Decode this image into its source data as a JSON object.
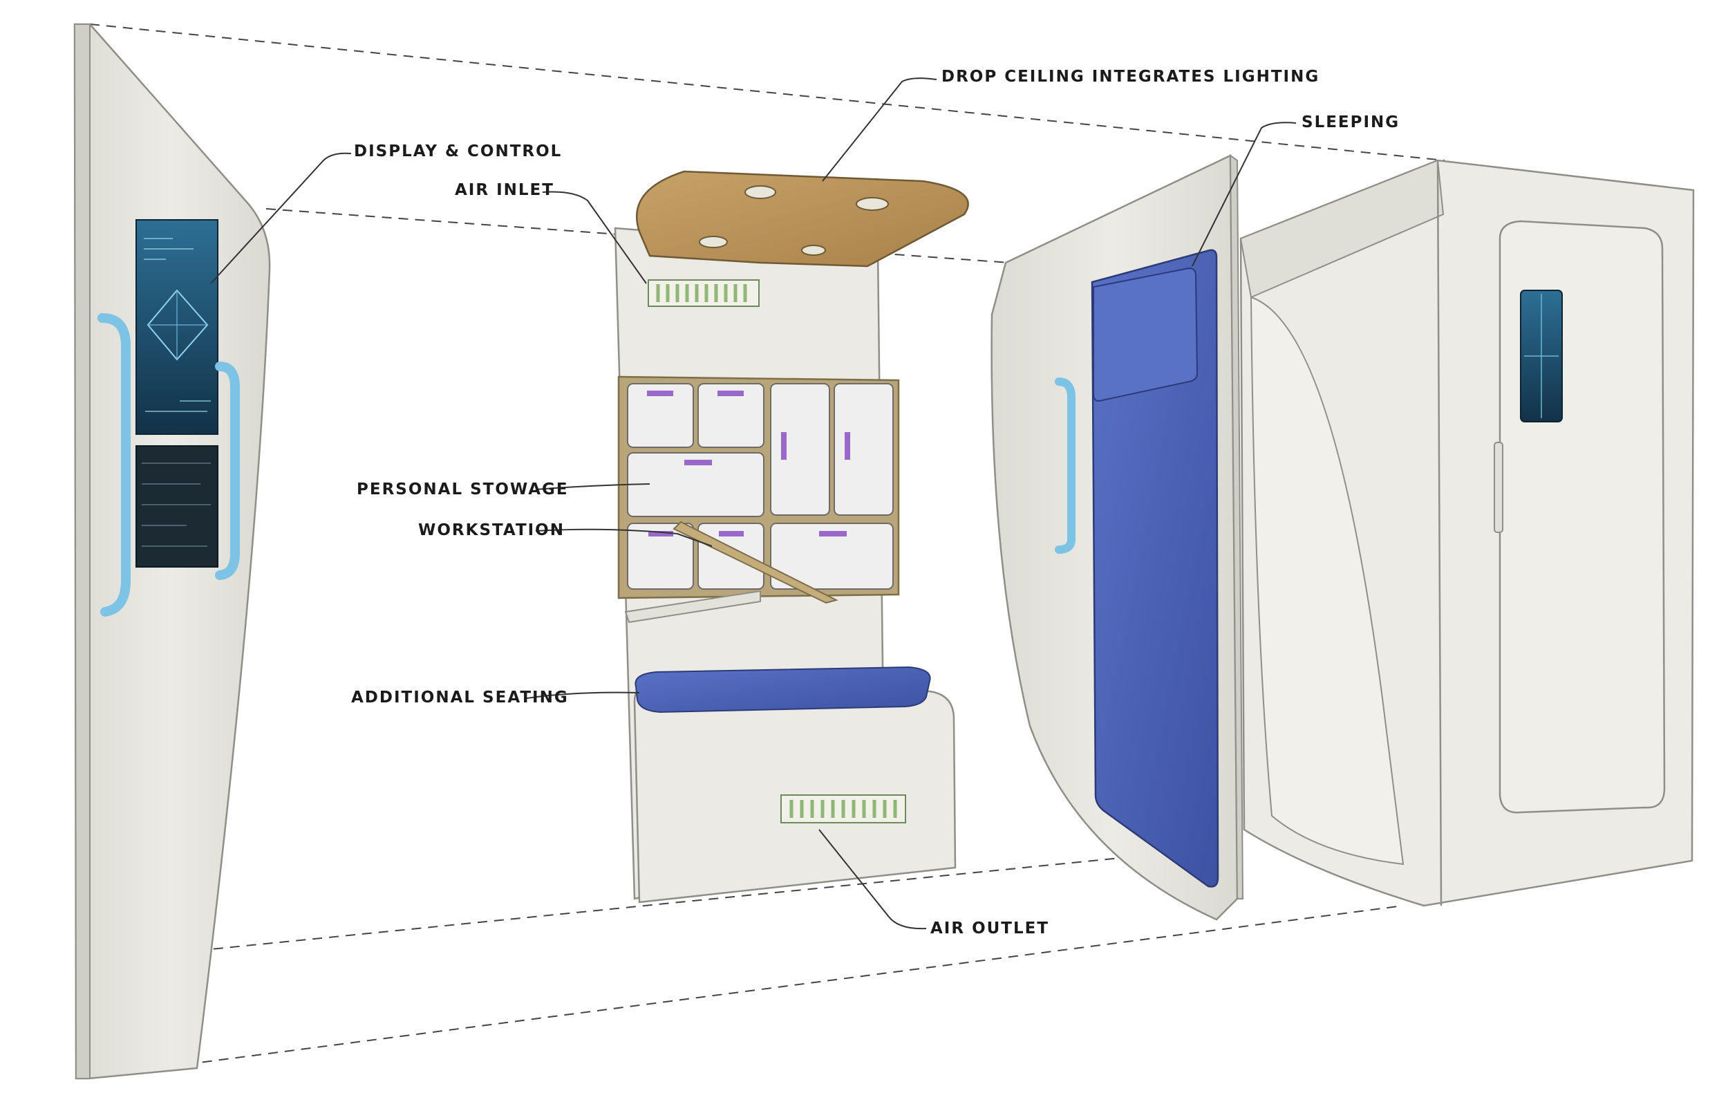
{
  "labels": {
    "drop_ceiling": "DROP CEILING INTEGRATES LIGHTING",
    "display_control": "DISPLAY & CONTROL",
    "air_inlet": "AIR INLET",
    "sleeping": "SLEEPING",
    "personal_stowage": "PERSONAL STOWAGE",
    "workstation": "WORKSTATION",
    "additional_seating": "ADDITIONAL SEATING",
    "air_outlet": "AIR OUTLET"
  },
  "colors": {
    "panel": "#e9e8e1",
    "panel_edge": "#8f8f88",
    "ceiling": "#b99258",
    "stowage_frame": "#b8a57a",
    "drawer_handle": "#9a68c8",
    "cushion": "#4c63b8",
    "screen": "#1f4d6a",
    "rail": "#7cc3e6",
    "vent": "#8fb876"
  }
}
